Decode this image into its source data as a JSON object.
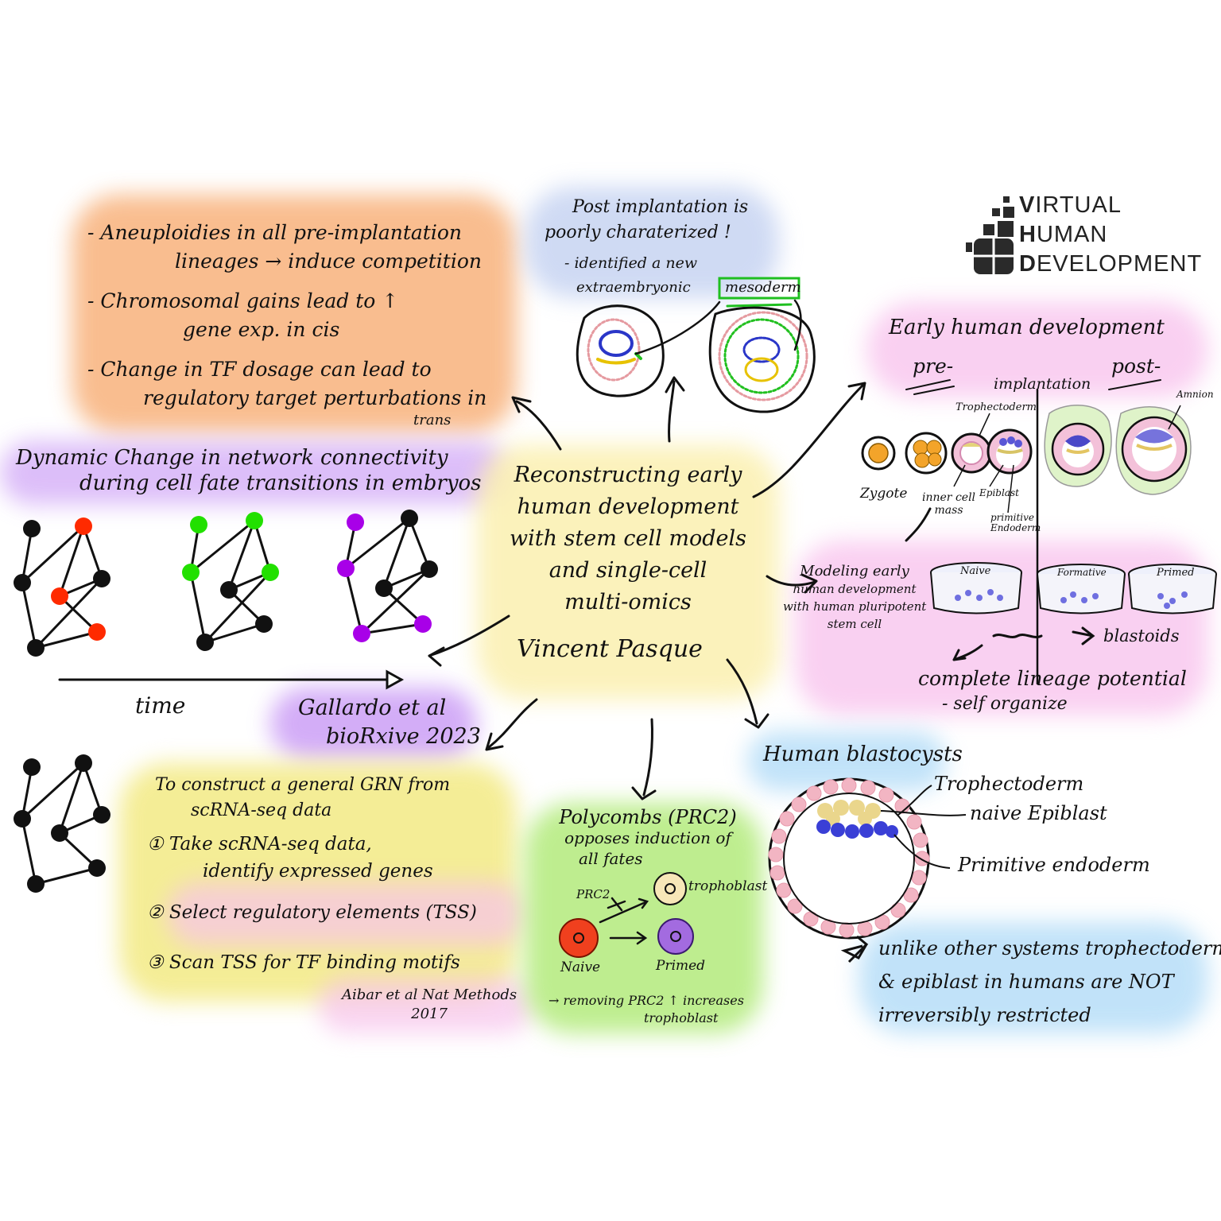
{
  "logo": {
    "line1_initial": "V",
    "line1_rest": "IRTUAL",
    "line2_initial": "H",
    "line2_rest": "UMAN",
    "line3_initial": "D",
    "line3_rest": "EVELOPMENT"
  },
  "center": {
    "line1": "Reconstructing early",
    "line2": "human development",
    "line3": "with stem cell models",
    "line4": "and single-cell",
    "line5": "multi-omics",
    "speaker": "Vincent Pasque"
  },
  "aneuploidy": {
    "b1a": "- Aneuploidies in all pre-implantation",
    "b1b": "lineages → induce competition",
    "b2a": "- Chromosomal gains lead to ↑",
    "b2b": "gene exp. in cis",
    "b3a": "- Change in TF dosage can lead to",
    "b3b": "regulatory target perturbations in",
    "b3c": "trans"
  },
  "post_implant": {
    "l1": "Post implantation is",
    "l2": "poorly charaterized !",
    "l3": "- identified a new",
    "l4": "extraembryonic",
    "l5": "mesoderm"
  },
  "early_dev": {
    "title": "Early human development",
    "pre": "pre-",
    "post": "post-",
    "implantation": "implantation",
    "tropho": "Trophectoderm",
    "amnion": "Amnion",
    "zygote": "Zygote",
    "icm1": "inner cell",
    "icm2": "mass",
    "epiblast": "Epiblast",
    "pe1": "primitive",
    "pe2": "Endoderm"
  },
  "modeling": {
    "l1": "Modeling early",
    "l2": "human development",
    "l3": "with human pluripotent",
    "l4": "stem cell",
    "naive": "Naive",
    "formative": "Formative",
    "primed": "Primed",
    "blastoids": "blastoids",
    "complete1": "complete lineage potential",
    "complete2": "- self organize"
  },
  "network": {
    "title1": "Dynamic Change in network connectivity",
    "title2": "during cell fate transitions in embryos",
    "time": "time",
    "ref1": "Gallardo et al",
    "ref2": "bioRxive 2023"
  },
  "grn": {
    "t1": "To construct a general GRN from",
    "t2": "scRNA-seq data",
    "s1a": "① Take scRNA-seq data,",
    "s1b": "identify expressed genes",
    "s2": "② Select regulatory elements (TSS)",
    "s3": "③ Scan TSS for TF binding motifs",
    "ref1": "Aibar et al Nat Methods",
    "ref2": "2017"
  },
  "polycomb": {
    "l1": "Polycombs (PRC2)",
    "l2": "opposes induction of",
    "l3": "all fates",
    "prc2": "PRC2",
    "trophoblast": "trophoblast",
    "naive": "Naive",
    "primed": "Primed",
    "note1": "→ removing PRC2 ↑ increases",
    "note2": "trophoblast"
  },
  "blastocyst": {
    "title": "Human blastocysts",
    "tropho": "Trophectoderm",
    "epi": "naive Epiblast",
    "pe": "Primitive endoderm",
    "note1": "unlike other systems trophectoderm",
    "note2": "& epiblast in humans are NOT",
    "note3": "irreversibly restricted"
  },
  "colors": {
    "orange": "#f7a36a",
    "purple": "#c79af5",
    "yellow": "#f3e06a",
    "pink": "#f5a8e6",
    "blue": "#9fd3f7",
    "green": "#a6e86a",
    "node_red": "#ff2a00",
    "node_green": "#22e000",
    "node_purple": "#a800e8"
  }
}
